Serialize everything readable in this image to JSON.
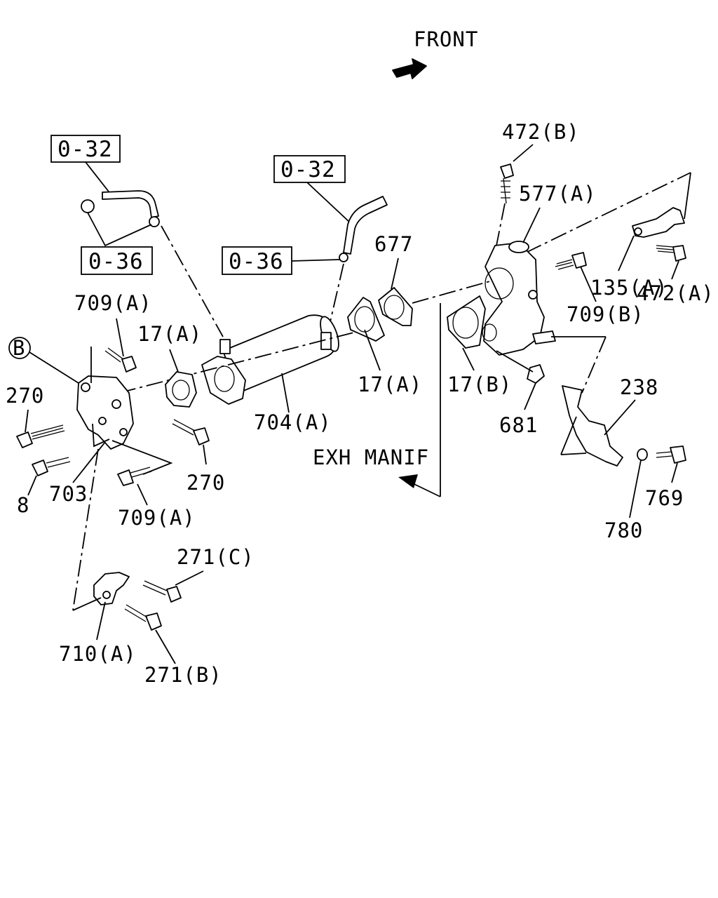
{
  "orientation": {
    "front_label": "FRONT",
    "exh_manif_label": "EXH MANIF"
  },
  "refs": {
    "ref_top_left_032": "0-32",
    "ref_top_left_036": "0-36",
    "ref_center_032": "0-32",
    "ref_center_036": "0-36",
    "circle_b": "B"
  },
  "callouts": {
    "p472b": "472(B)",
    "p577a": "577(A)",
    "p677": "677",
    "p135a": "135(A)",
    "p472a": "472(A)",
    "p709b": "709(B)",
    "p709a_top": "709(A)",
    "p17a_left": "17(A)",
    "p270_left": "270",
    "p17a_center": "17(A)",
    "p17b": "17(B)",
    "p238": "238",
    "p681": "681",
    "p704a": "704(A)",
    "p270_right": "270",
    "p8": "8",
    "p703": "703",
    "p709a_bottom": "709(A)",
    "p769": "769",
    "p780": "780",
    "p271c": "271(C)",
    "p710a": "710(A)",
    "p271b": "271(B)"
  }
}
